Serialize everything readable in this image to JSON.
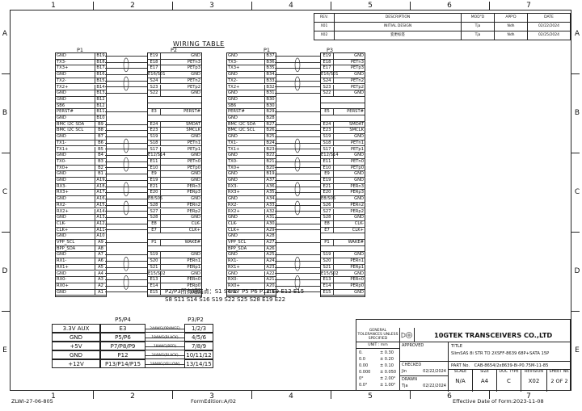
{
  "grid": {
    "columns": [
      "1",
      "2",
      "3",
      "4",
      "5",
      "6",
      "7"
    ],
    "rows": [
      "A",
      "B",
      "C",
      "D",
      "E"
    ]
  },
  "footer": {
    "left": "ZLWI-27-06-805",
    "middle": "FormEdition:A/02",
    "right": "Effective Date of Form:2023-11-08"
  },
  "revision_table": {
    "headers": [
      "REV.",
      "DESCRIPTION",
      "MOD\"D",
      "APP'D",
      "DATE"
    ],
    "rows": [
      [
        "X01",
        "INITIAL DESIGN",
        "Tja",
        "Ndh",
        "02/22/2024"
      ],
      [
        "X02",
        "变更标签",
        "Tja",
        "Ndh",
        "02/25/2024"
      ]
    ]
  },
  "wiring_title": "WIRING TABLE",
  "left_table": {
    "p1_label": "P1",
    "p2_label": "P2",
    "p1": [
      [
        "GND",
        "B19"
      ],
      [
        "TX3-",
        "B18"
      ],
      [
        "TX3+",
        "B17"
      ],
      [
        "GND",
        "B16"
      ],
      [
        "TX2-",
        "B15"
      ],
      [
        "TX2+",
        "B14"
      ],
      [
        "GND",
        "B13"
      ],
      [
        "GND",
        "B12"
      ],
      [
        "SB6",
        "B12"
      ],
      [
        "PERST#",
        "B11"
      ],
      [
        "GND",
        "B10"
      ],
      [
        "BMC I2C SDA",
        "B9"
      ],
      [
        "BMC I2C SCL",
        "B8"
      ],
      [
        "GND",
        "B7"
      ],
      [
        "TX1-",
        "B6"
      ],
      [
        "TX1+",
        "B5"
      ],
      [
        "GND",
        "B4"
      ],
      [
        "TX0-",
        "B3"
      ],
      [
        "TX0+",
        "B2"
      ],
      [
        "GND",
        "B1"
      ],
      [
        "GND",
        "A19"
      ],
      [
        "RX3-",
        "A18"
      ],
      [
        "RX3+",
        "A17"
      ],
      [
        "GND",
        "A16"
      ],
      [
        "RX2-",
        "A15"
      ],
      [
        "RX2+",
        "A14"
      ],
      [
        "GND",
        "A13"
      ],
      [
        "CLK-",
        "A12"
      ],
      [
        "CLK+",
        "A11"
      ],
      [
        "GND",
        "A10"
      ],
      [
        "VPP_SCL",
        "A9"
      ],
      [
        "BPP_SDA",
        "A8"
      ],
      [
        "GND",
        "A7"
      ],
      [
        "RX1-",
        "A6"
      ],
      [
        "RX1+",
        "A5"
      ],
      [
        "GND",
        "A4"
      ],
      [
        "RX0-",
        "A3"
      ],
      [
        "RX0+",
        "A2"
      ],
      [
        "GND",
        "A1"
      ]
    ],
    "p2": [
      [
        "E19",
        "GND"
      ],
      [
        "E18",
        "PETn3"
      ],
      [
        "E17",
        "PETp3"
      ],
      [
        "E16/S01",
        "GND"
      ],
      [
        "S24",
        "PETn2"
      ],
      [
        "S23",
        "PETp2"
      ],
      [
        "S22",
        "GND"
      ],
      [
        "",
        ""
      ],
      [
        "",
        ""
      ],
      [
        "E3",
        "PERST#"
      ],
      [
        "",
        ""
      ],
      [
        "E24",
        "SMDAT"
      ],
      [
        "E23",
        "SMCLK"
      ],
      [
        "S19",
        "GND"
      ],
      [
        "S18",
        "PETn1"
      ],
      [
        "S17",
        "PETp1"
      ],
      [
        "E12/S14",
        "GND"
      ],
      [
        "E11",
        "PETn0"
      ],
      [
        "E10",
        "PETp0"
      ],
      [
        "E9",
        "GND"
      ],
      [
        "E19",
        "GND"
      ],
      [
        "E21",
        "PERn3"
      ],
      [
        "E20",
        "PERp3"
      ],
      [
        "E8/S05",
        "GND"
      ],
      [
        "S28",
        "PERn2"
      ],
      [
        "S27",
        "PERp2"
      ],
      [
        "S28",
        "GND"
      ],
      [
        "E8",
        "CLK-"
      ],
      [
        "E7",
        "CLK+"
      ],
      [
        "",
        ""
      ],
      [
        "P1",
        "WAKE#"
      ],
      [
        "",
        ""
      ],
      [
        "S19",
        "GND"
      ],
      [
        "S20",
        "PERn1"
      ],
      [
        "S21",
        "PERp1"
      ],
      [
        "E15/S02",
        "GND"
      ],
      [
        "E13",
        "PERn0"
      ],
      [
        "E14",
        "PERp0"
      ],
      [
        "E15",
        "GND"
      ]
    ]
  },
  "right_table": {
    "p1_label": "P1",
    "p3_label": "P3",
    "p1": [
      [
        "GND",
        "B37"
      ],
      [
        "TX3-",
        "B36"
      ],
      [
        "TX3+",
        "B35"
      ],
      [
        "GND",
        "B34"
      ],
      [
        "TX2-",
        "B33"
      ],
      [
        "TX2+",
        "B32"
      ],
      [
        "GND",
        "B31"
      ],
      [
        "GND",
        "B30"
      ],
      [
        "SB6",
        "B30"
      ],
      [
        "PERST#",
        "B29"
      ],
      [
        "GND",
        "B28"
      ],
      [
        "BMC I2C SDA",
        "B27"
      ],
      [
        "BMC I2C SCL",
        "B26"
      ],
      [
        "GND",
        "B25"
      ],
      [
        "TX1-",
        "B24"
      ],
      [
        "TX1+",
        "B23"
      ],
      [
        "GND",
        "B22"
      ],
      [
        "TX0-",
        "B21"
      ],
      [
        "TX0+",
        "B20"
      ],
      [
        "GND",
        "B19"
      ],
      [
        "GND",
        "A37"
      ],
      [
        "RX3-",
        "A36"
      ],
      [
        "RX3+",
        "A35"
      ],
      [
        "GND",
        "A34"
      ],
      [
        "RX2-",
        "A33"
      ],
      [
        "RX2+",
        "A32"
      ],
      [
        "GND",
        "A31"
      ],
      [
        "CLK-",
        "A30"
      ],
      [
        "CLK+",
        "A29"
      ],
      [
        "GND",
        "A28"
      ],
      [
        "VPP_SCL",
        "A27"
      ],
      [
        "BPP_SDA",
        "A26"
      ],
      [
        "GND",
        "A25"
      ],
      [
        "RX1-",
        "A24"
      ],
      [
        "RX1+",
        "A23"
      ],
      [
        "GND",
        "A22"
      ],
      [
        "RX0-",
        "A21"
      ],
      [
        "RX0+",
        "A20"
      ],
      [
        "GND",
        "A19"
      ]
    ],
    "p3": [
      [
        "E19",
        "GND"
      ],
      [
        "E18",
        "PETn3"
      ],
      [
        "E17",
        "PETp3"
      ],
      [
        "E16/S01",
        "GND"
      ],
      [
        "S24",
        "PETn2"
      ],
      [
        "S23",
        "PETp2"
      ],
      [
        "S22",
        "GND"
      ],
      [
        "",
        ""
      ],
      [
        "",
        ""
      ],
      [
        "E5",
        "PERST#"
      ],
      [
        "",
        ""
      ],
      [
        "E24",
        "SMDAT"
      ],
      [
        "E23",
        "SMCLK"
      ],
      [
        "S19",
        "GND"
      ],
      [
        "S18",
        "PETn1"
      ],
      [
        "S17",
        "PETp1"
      ],
      [
        "E12/S14",
        "GND"
      ],
      [
        "E11",
        "PETn0"
      ],
      [
        "E10",
        "PETp0"
      ],
      [
        "E9",
        "GND"
      ],
      [
        "E19",
        "GND"
      ],
      [
        "E21",
        "PERn3"
      ],
      [
        "E20",
        "PERp3"
      ],
      [
        "E8/S05",
        "GND"
      ],
      [
        "S26",
        "PERn2"
      ],
      [
        "S27",
        "PERp2"
      ],
      [
        "S28",
        "GND"
      ],
      [
        "E8",
        "CLK-"
      ],
      [
        "E7",
        "CLK+"
      ],
      [
        "",
        ""
      ],
      [
        "P1",
        "WAKE#"
      ],
      [
        "",
        ""
      ],
      [
        "S19",
        "GND"
      ],
      [
        "S20",
        "PERn1"
      ],
      [
        "S21",
        "PERp1"
      ],
      [
        "E15/S02",
        "GND"
      ],
      [
        "E13",
        "PERn0"
      ],
      [
        "E14",
        "PERp0"
      ],
      [
        "E15",
        "GND"
      ]
    ]
  },
  "short_note": {
    "line1": "P2/P3所有短路点：S1 S4 S7 P5 P6 P12 E9 E12 E15",
    "line2": "S8 S11 S14 S16 S19 S22 S25 S28 E19 E22"
  },
  "power": {
    "header_p5p4": "P5/P4",
    "header_p3p2": "P3/P2",
    "rows": [
      [
        "3.3V AUX",
        "E3",
        "24AWG(ORANGE)",
        "1/2/3"
      ],
      [
        "GND",
        "P5/P6",
        "18AWG(BLACK)",
        "4/5/6"
      ],
      [
        "+5V",
        "P7/P8/P9",
        "18AWG(RED)",
        "7/8/9"
      ],
      [
        "GND",
        "P12",
        "24AWG(BLACK)",
        "10/11/12"
      ],
      [
        "+12V",
        "P13/P14/P15",
        "18AWG(YELLOW)",
        "13/14/15"
      ]
    ]
  },
  "title_block": {
    "tolerance_title": "GENERAL TOLERANCES UNLESS SPECIFIED",
    "unit": "UNIT : mm",
    "tolerances": [
      [
        "0.",
        "± 0.30"
      ],
      [
        "0.0",
        "± 0.20"
      ],
      [
        "0.00",
        "± 0.10"
      ],
      [
        "0.000",
        "± 0.050"
      ],
      [
        "0°",
        "± 2.00°"
      ],
      [
        "0.0°",
        "± 1.00°"
      ]
    ],
    "approved_label": "APPROVED",
    "checked_label": "CHECKED",
    "checked_by": "Jin",
    "checked_date": "02/22/2024",
    "drawn_label": "DRAWN",
    "drawn_by": "Tja",
    "drawn_date": "02/22/2024",
    "company": "10GTEK TRANSCEIVERS CO.,LTD",
    "title_label": "TITLE",
    "title_text": "SlimSAS 8i STR TO 2XSFF-8639 68P+SATA 15P",
    "part_label": "PART No.",
    "part_no": "CAB-8654/2x8639-8i-P0.75M-11-85",
    "scale_label": "SCALE",
    "scale": "N/A",
    "size_label": "SIZE",
    "size": "A4",
    "doc_label": "DOC TYPE",
    "doc": "C",
    "rev_label": "REVISION",
    "rev": "X02",
    "sheet_label": "SHEET No.",
    "sheet": "2 OF 2"
  }
}
